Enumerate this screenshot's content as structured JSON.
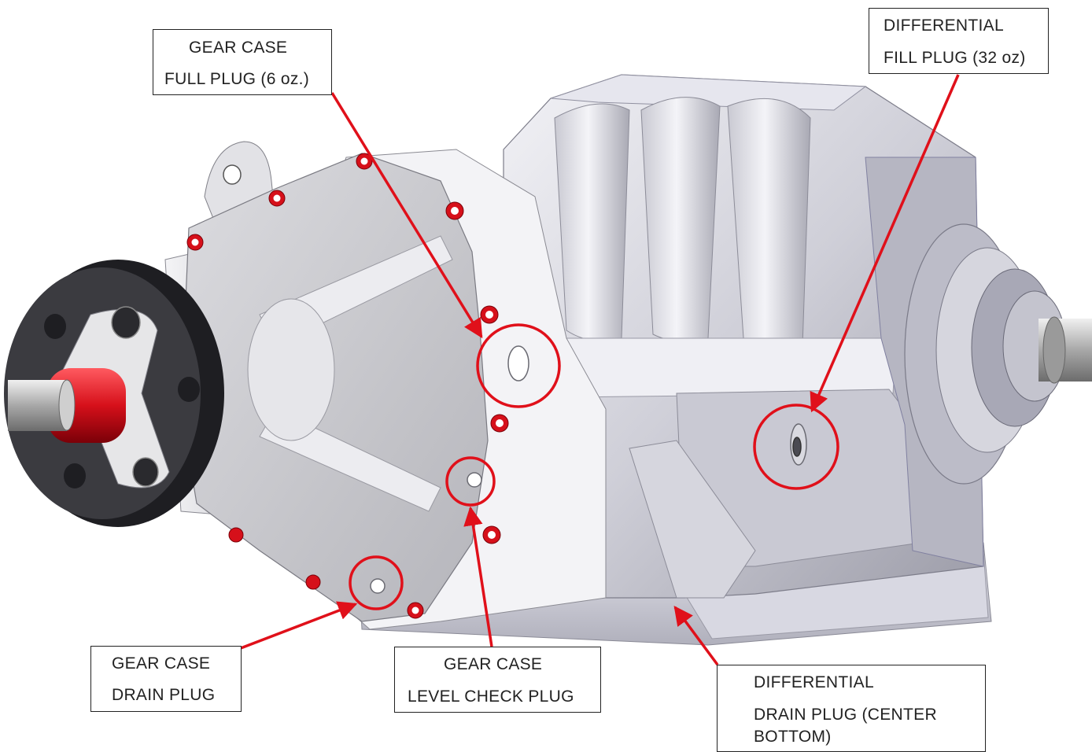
{
  "colors": {
    "accent_red": "#e0101a",
    "background": "#ffffff",
    "housing_light": "#e9e9ef",
    "housing_mid": "#c3c3cc",
    "housing_dark": "#8c8c98",
    "flange_dark": "#2a2a2e",
    "text": "#222222"
  },
  "icons": {
    "leader_arrow": "arrow-icon",
    "plug_marker": "circle-highlight-icon"
  },
  "callouts": {
    "gear_case_fill": {
      "line1": "GEAR CASE",
      "line2": "FULL PLUG (6 oz.)"
    },
    "differential_fill": {
      "line1": "DIFFERENTIAL",
      "line2": "FILL PLUG (32 oz)"
    },
    "gear_case_drain": {
      "line1": "GEAR CASE",
      "line2": "DRAIN PLUG"
    },
    "gear_case_level": {
      "line1": "GEAR CASE",
      "line2": "LEVEL CHECK PLUG"
    },
    "differential_drain": {
      "line1": "DIFFERENTIAL",
      "line2": "DRAIN PLUG (CENTER",
      "line3": "BOTTOM)"
    }
  }
}
